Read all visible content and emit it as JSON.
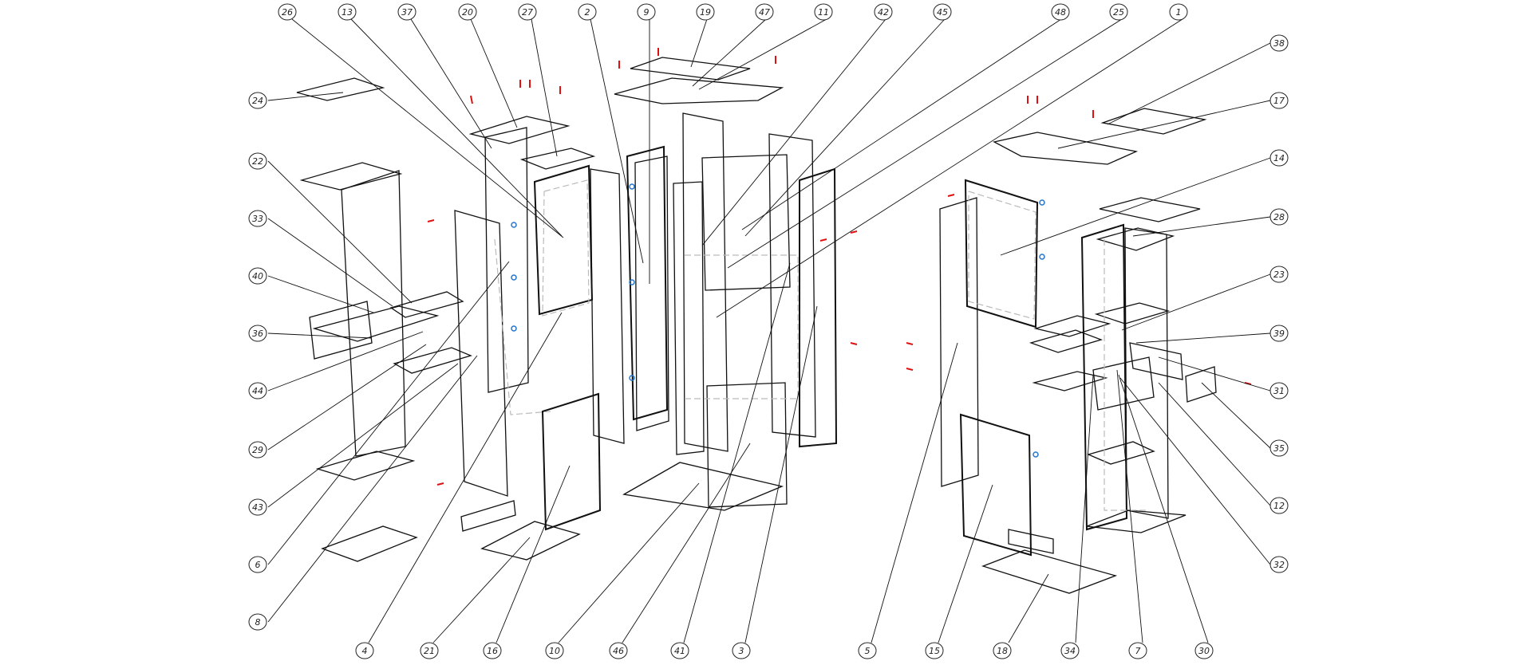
{
  "diagram": {
    "type": "exploded-assembly-drawing",
    "description": "Exploded isometric assembly of corner wardrobe / shelving furniture with numbered part callouts",
    "colors": {
      "line": "#111111",
      "hidden_line": "#bbbbbb",
      "fitting_red": "#dd1111",
      "fitting_blue": "#2277cc",
      "background": "#ffffff"
    },
    "callouts_top": [
      "26",
      "13",
      "37",
      "20",
      "27",
      "2",
      "9",
      "19",
      "47",
      "11",
      "42",
      "45",
      "48",
      "25",
      "1"
    ],
    "callouts_left": [
      "24",
      "22",
      "33",
      "40",
      "36",
      "44",
      "29",
      "43",
      "6",
      "8"
    ],
    "callouts_right": [
      "38",
      "17",
      "14",
      "28",
      "23",
      "39",
      "31",
      "35",
      "12",
      "32"
    ],
    "callouts_bottom": [
      "4",
      "21",
      "16",
      "10",
      "46",
      "41",
      "3",
      "5",
      "15",
      "18",
      "34",
      "7",
      "30"
    ]
  }
}
